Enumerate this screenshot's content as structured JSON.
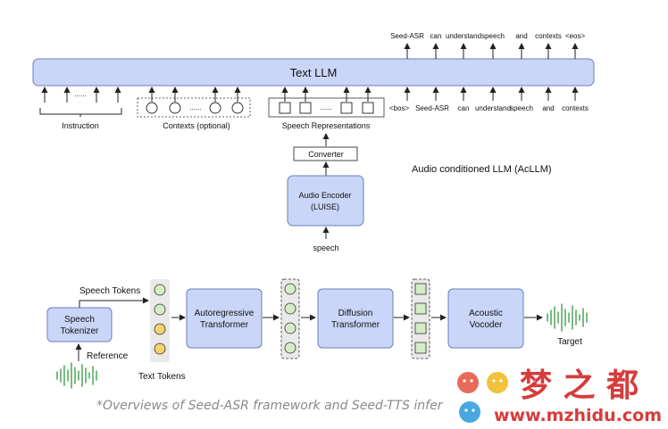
{
  "acllm": {
    "llm_label": "Text LLM",
    "output_tokens": [
      "Seed-ASR",
      "can",
      "understand",
      "speech",
      "and",
      "contexts",
      "<eos>"
    ],
    "input_tokens": [
      "<bos>",
      "Seed-ASR",
      "can",
      "understand",
      "speech",
      "and",
      "contexts"
    ],
    "ellipsis": "......",
    "instruction_label": "Instruction",
    "contexts_label": "Contexts (optional)",
    "speech_repr_label": "Speech Representations",
    "converter_label": "Converter",
    "encoder_line1": "Audio Encoder",
    "encoder_line2": "(LUISE)",
    "input_label": "speech",
    "title": "Audio conditioned LLM (AcLLM)"
  },
  "tts": {
    "speech_tokens_label": "Speech Tokens",
    "tokenizer_line1": "Speech",
    "tokenizer_line2": "Tokenizer",
    "reference_label": "Reference",
    "text_tokens_label": "Text Tokens",
    "ar_line1": "Autoregressive",
    "ar_line2": "Transformer",
    "diff_line1": "Diffusion",
    "diff_line2": "Transformer",
    "vocoder_line1": "Acoustic",
    "vocoder_line2": "Vocoder",
    "target_label": "Target"
  },
  "caption": "*Overviews of Seed-ASR framework and Seed-TTS infer",
  "watermark": {
    "chinese": "梦 之 都",
    "url": "www.mzhidu.com"
  },
  "colors": {
    "box_fill": "#c9d6f8",
    "box_stroke": "#6b7fb8",
    "token_green": "#d5edc7",
    "token_yellow": "#f5d36c",
    "wave_green": "#5aaa64",
    "watermark_red": "#d63c3c"
  }
}
